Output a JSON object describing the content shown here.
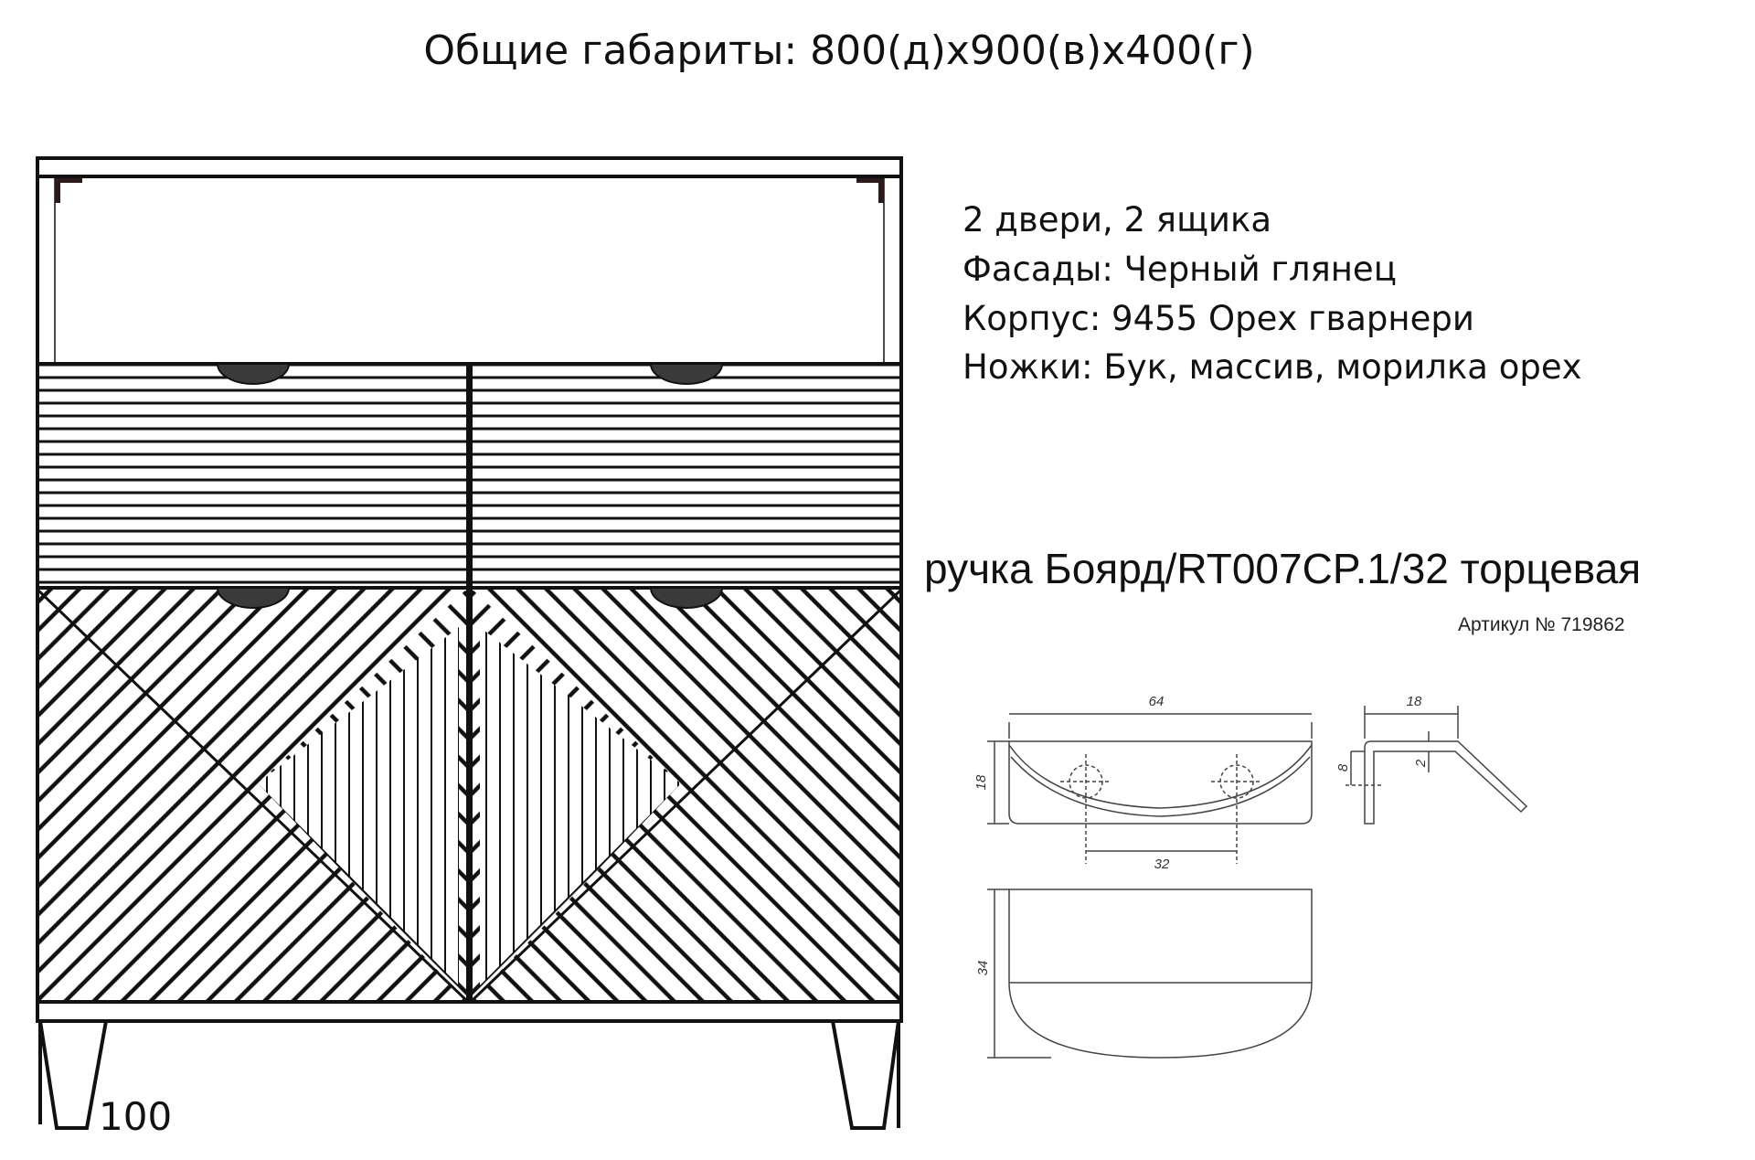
{
  "title": "Общие габариты: 800(д)х900(в)х400(г)",
  "specs": [
    "2 двери, 2 ящика",
    "Фасады: Черный глянец",
    "Корпус: 9455 Орех гварнери",
    "Ножки: Бук, массив, морилка орех"
  ],
  "handle": {
    "title": "ручка Боярд/RT007CP.1/32 торцевая",
    "article": "Артикул № 719862",
    "dimensions": {
      "width": "64",
      "height": "18",
      "hole_spacing": "32",
      "side_depth": "18",
      "side_offset": "8",
      "thickness": "2",
      "bottom_depth": "34"
    }
  },
  "leg_height": "100",
  "colors": {
    "line": "#111111",
    "handle_fill": "#3a3a3a"
  }
}
